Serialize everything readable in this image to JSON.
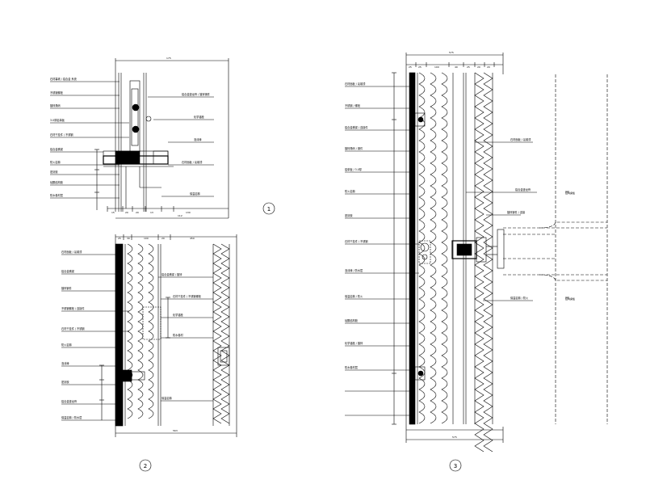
{
  "drawing": {
    "details": [
      {
        "id": "1",
        "callouts_left": [
          "石材幕墙 / 铝合金 系统",
          "不锈钢螺栓",
          "镀锌角码",
          "3.0厚铝单板",
          "石材干挂件 / 不锈钢",
          "铝合金横梁",
          "防火岩棉",
          "密封胶",
          "硅酮结构胶",
          "防水卷材层"
        ],
        "callouts_right": [
          "铝合金竖龙骨 / 镀锌钢件",
          "化学锚栓",
          "泡沫棒",
          "石材面板 / 氟碳漆",
          "保温岩棉"
        ]
      },
      {
        "id": "2",
        "callouts_left": [
          "石材面板 / 氟碳漆",
          "铝合金横梁",
          "镀锌钢件",
          "不锈钢螺栓 / 连接件",
          "石材干挂件 / 不锈钢",
          "防火岩棉",
          "泡沫棒",
          "密封胶",
          "铝合金竖龙骨",
          "保温岩棉 / 防水层"
        ],
        "callouts_right": [
          "铝合金横梁 / 镀锌",
          "石材干挂件 / 不锈钢螺栓",
          "化学锚栓",
          "防水卷材",
          "保温岩棉"
        ]
      },
      {
        "id": "3",
        "callouts_left": [
          "石材面板 / 氟碳漆",
          "不锈钢 / 螺栓",
          "铝合金横梁 / 连接件",
          "镀锌角码 / 钢件",
          "铝单板 / 3.0厚",
          "防火岩棉",
          "密封胶",
          "石材干挂件 / 不锈钢",
          "泡沫棒 / 防水层",
          "保温岩棉 / 防火",
          "硅酮结构胶",
          "化学锚栓 / 镀锌",
          "防水卷材层"
        ],
        "callouts_right": [
          "石材面板 / 氟碳漆",
          "铝合金竖龙骨",
          "镀锌钢件 / 连接",
          "保温岩棉 / 防火"
        ]
      }
    ]
  }
}
